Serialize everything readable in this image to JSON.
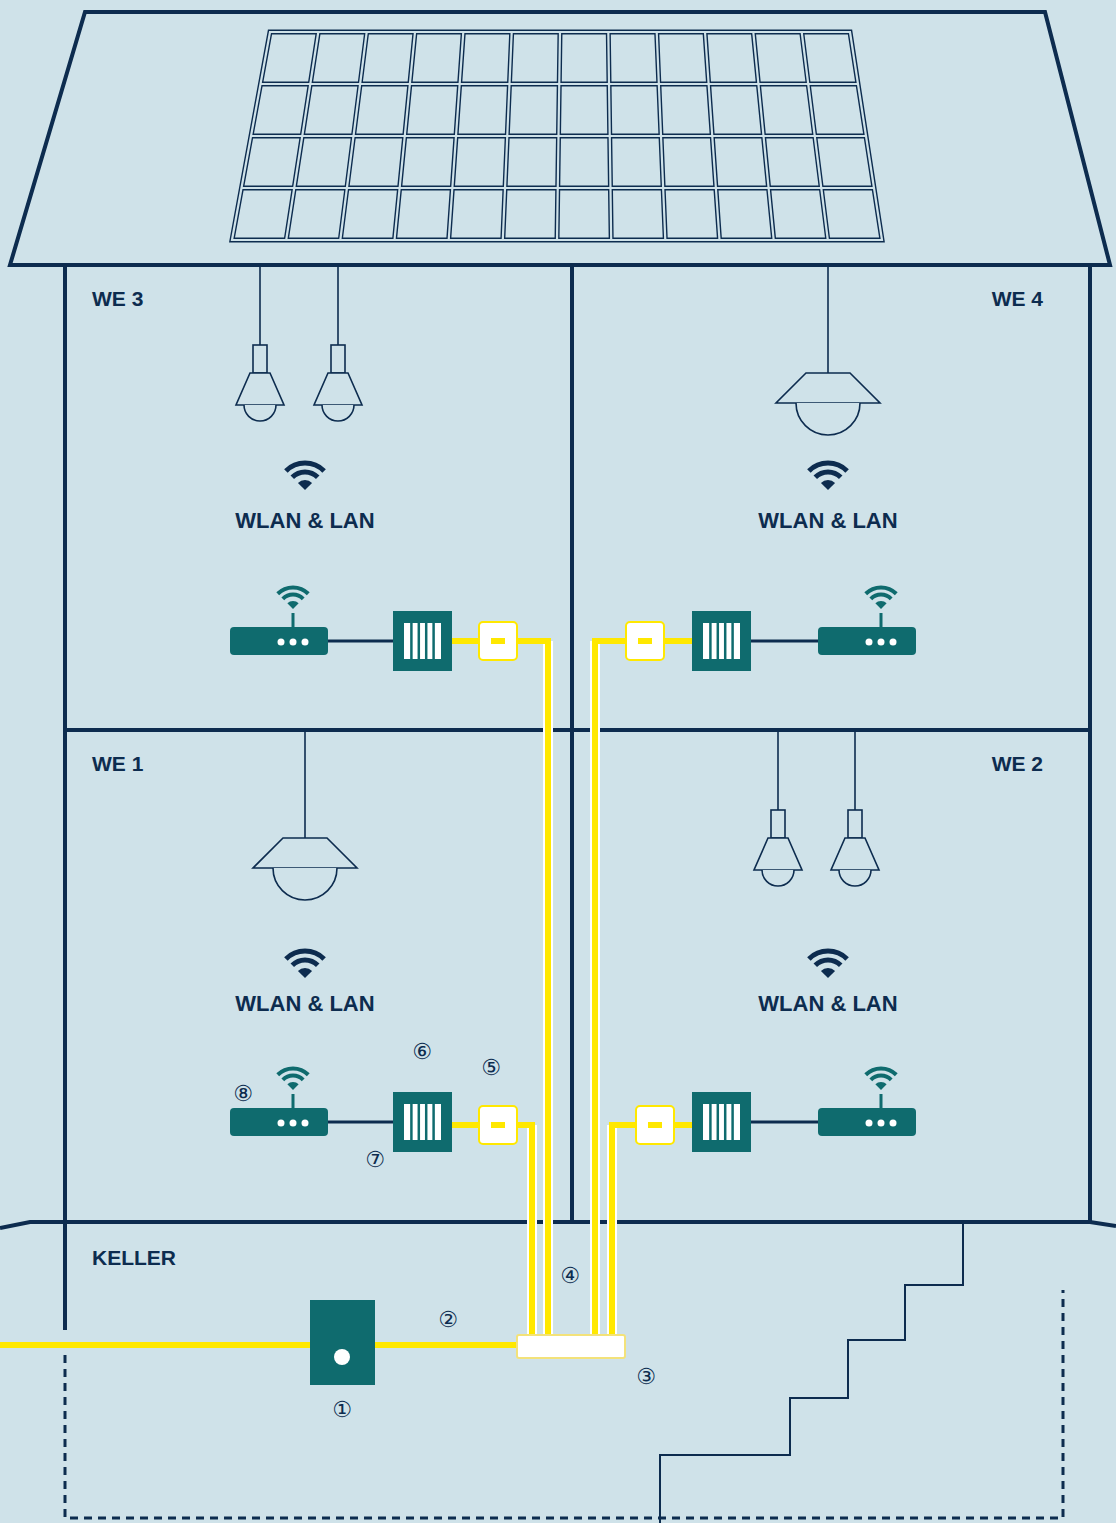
{
  "diagram": {
    "nodes": [
      {
        "text": [
          "WE 3",
          "WLAN & LAN"
        ]
      },
      {
        "text": [
          "WE 4",
          "WLAN & LAN"
        ]
      },
      {
        "text": [
          "WE 1",
          "WLAN & LAN"
        ]
      },
      {
        "text": [
          "WE 2",
          "WLAN & LAN"
        ]
      },
      {
        "text": [
          "KELLER"
        ]
      }
    ],
    "labels": [
      "①",
      "②",
      "③",
      "④",
      "⑤",
      "⑥",
      "⑦",
      "⑧"
    ]
  }
}
